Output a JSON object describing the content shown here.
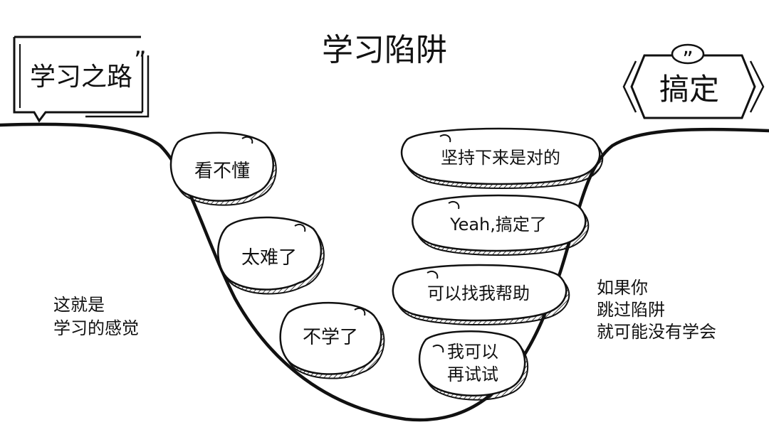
{
  "title": "学习陷阱",
  "start_label": "学习之路",
  "end_label": "搞定",
  "quote_mark": "”",
  "left_note": [
    "这就是",
    "学习的感觉"
  ],
  "right_note": [
    "如果你",
    "跳过陷阱",
    "就可能没有学会"
  ],
  "descent_thoughts": [
    "看不懂",
    "太难了",
    "不学了"
  ],
  "ascent_thoughts": [
    [
      "坚持下来是对的"
    ],
    [
      "Yeah,搞定了"
    ],
    [
      "可以找我帮助"
    ],
    [
      "我可以",
      "再试试"
    ]
  ],
  "colors": {
    "ink": "#111111",
    "paper": "#ffffff"
  }
}
